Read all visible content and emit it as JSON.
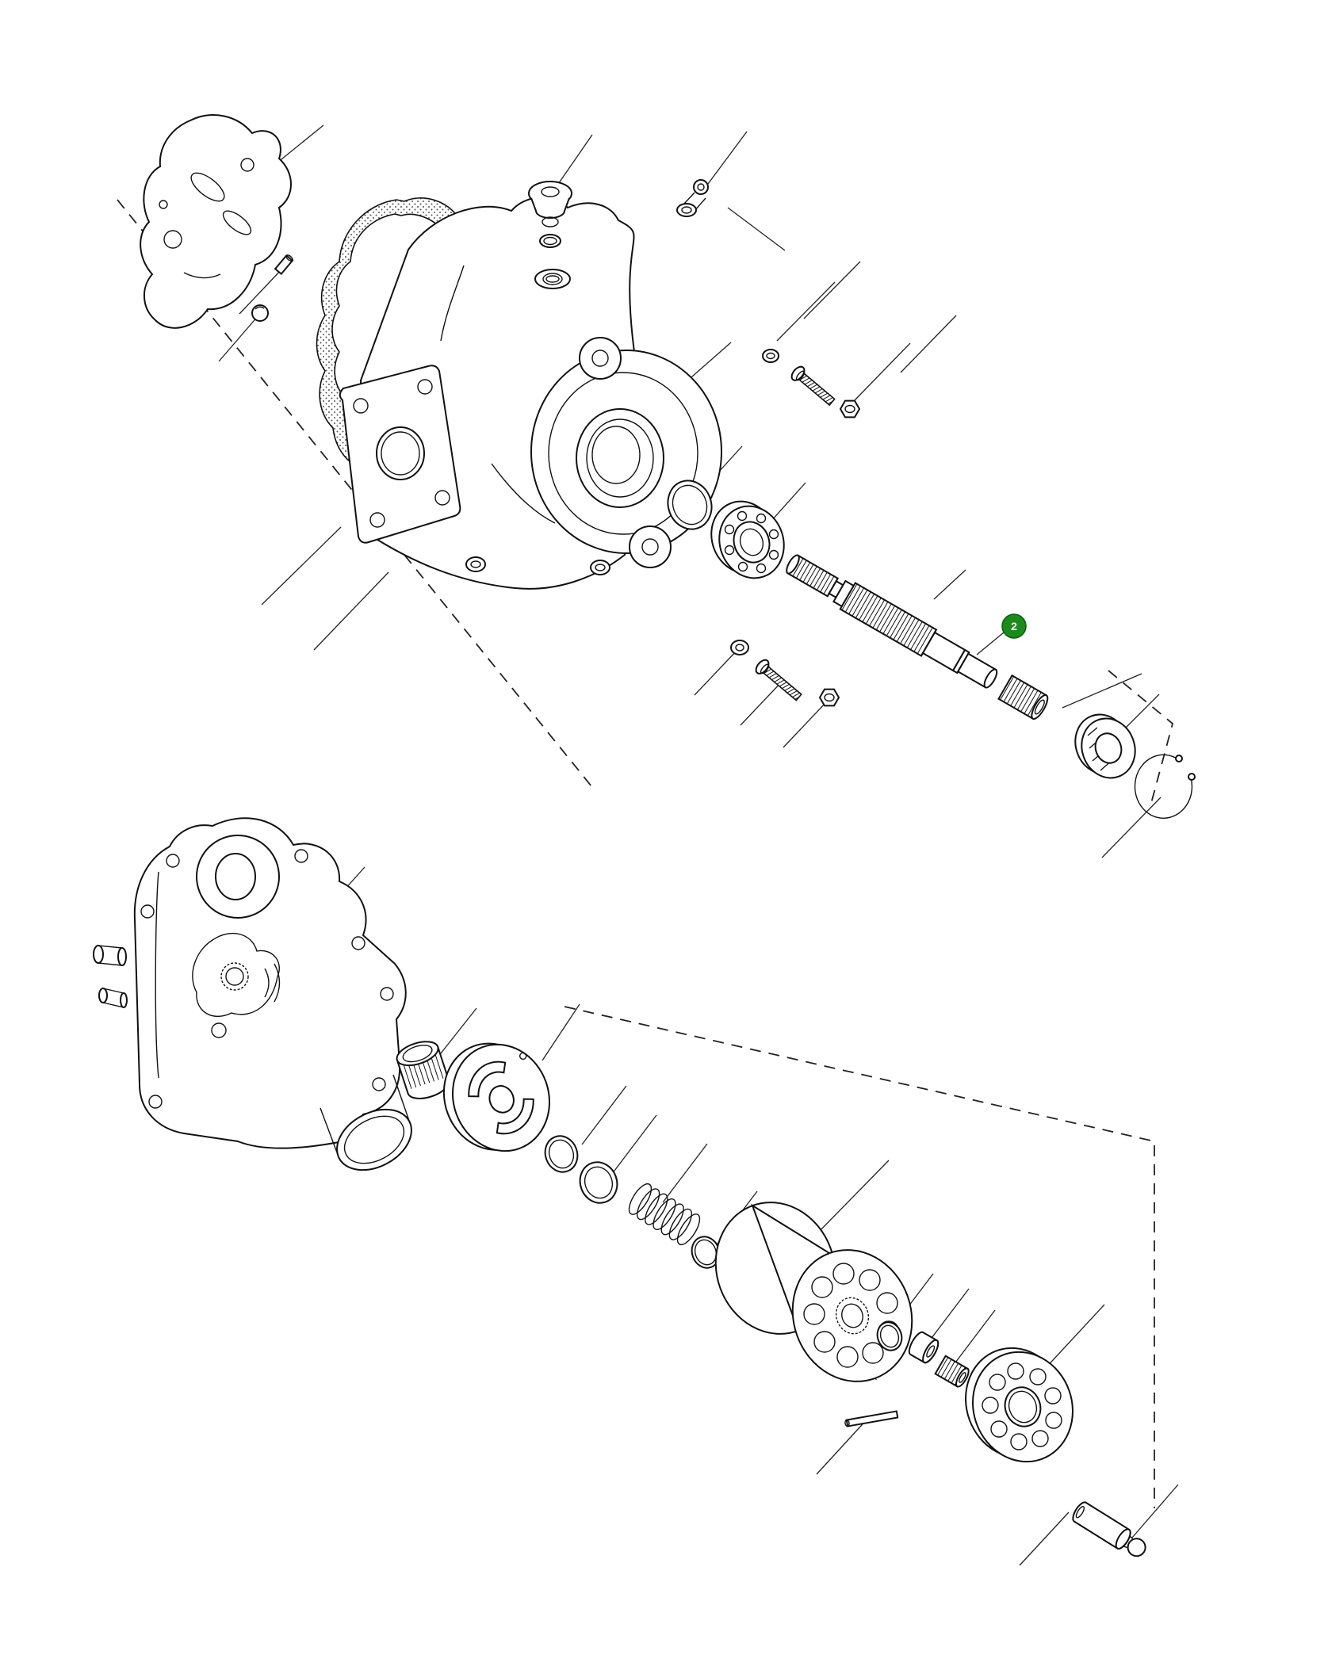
{
  "figure": {
    "badge": {
      "label": "2",
      "background": "#1d8a1d",
      "text_color": "#ffffff"
    },
    "colors": {
      "line": "#111111",
      "background": "#ffffff",
      "badge_green": "#1d8a1d"
    },
    "parts": [
      "end-cover-plate",
      "dowel-pin",
      "steel-ball",
      "gasket",
      "pump-housing",
      "plug",
      "plug-o-ring",
      "elbow-fitting",
      "washer-upper",
      "bolt-upper",
      "nut-upper",
      "shaft-o-ring",
      "front-bearing",
      "drive-shaft",
      "spline-coupler",
      "rear-bearing",
      "snap-ring",
      "washer-lower",
      "bolt-lower",
      "nut-lower",
      "rear-housing",
      "needle-bearing",
      "valve-plate",
      "o-ring-small-front",
      "o-ring-small-rear",
      "spring",
      "retaining-ring",
      "cylinder-block",
      "spacer-ring",
      "washer-cup",
      "splined-bushing",
      "retainer-plate",
      "pin",
      "piston"
    ]
  }
}
